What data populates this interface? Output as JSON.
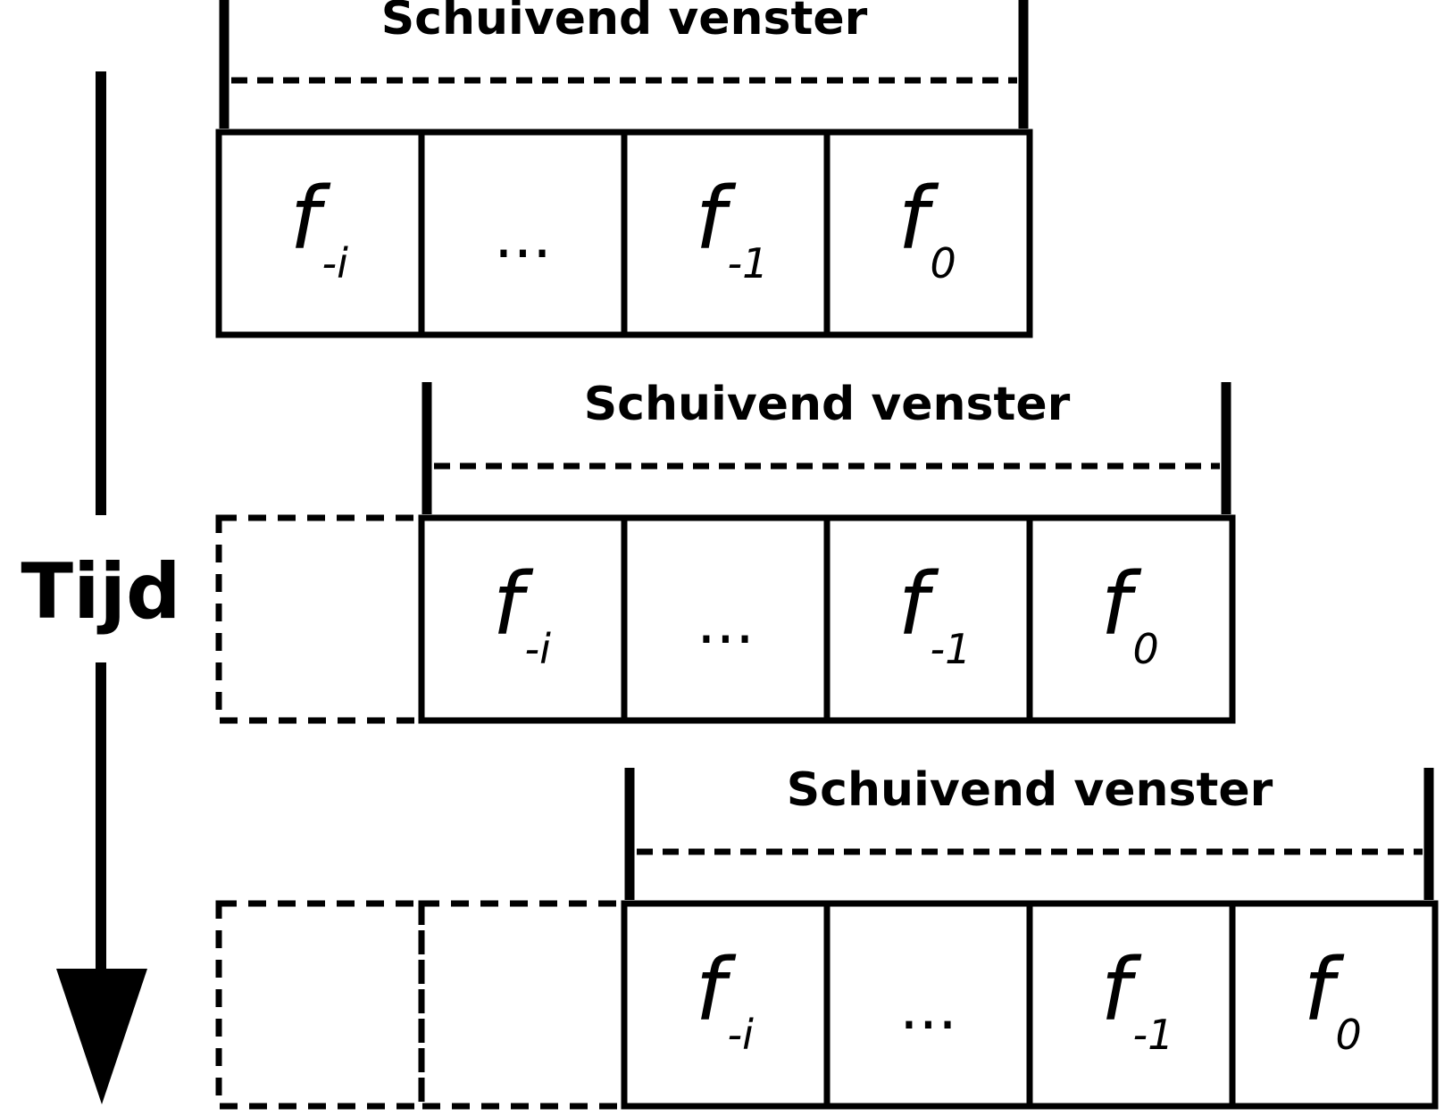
{
  "time_axis": {
    "label": "Tijd"
  },
  "rows": [
    {
      "window_label": "Schuivend venster",
      "dropped_frames": 0,
      "frames": [
        {
          "type": "frame",
          "base": "f",
          "subscript": "-i"
        },
        {
          "type": "ellipsis",
          "text": "..."
        },
        {
          "type": "frame",
          "base": "f",
          "subscript": "-1"
        },
        {
          "type": "frame",
          "base": "f",
          "subscript": "0"
        }
      ]
    },
    {
      "window_label": "Schuivend venster",
      "dropped_frames": 1,
      "frames": [
        {
          "type": "frame",
          "base": "f",
          "subscript": "-i"
        },
        {
          "type": "ellipsis",
          "text": "..."
        },
        {
          "type": "frame",
          "base": "f",
          "subscript": "-1"
        },
        {
          "type": "frame",
          "base": "f",
          "subscript": "0"
        }
      ]
    },
    {
      "window_label": "Schuivend venster",
      "dropped_frames": 2,
      "frames": [
        {
          "type": "frame",
          "base": "f",
          "subscript": "-i"
        },
        {
          "type": "ellipsis",
          "text": "..."
        },
        {
          "type": "frame",
          "base": "f",
          "subscript": "-1"
        },
        {
          "type": "frame",
          "base": "f",
          "subscript": "0"
        }
      ]
    }
  ]
}
